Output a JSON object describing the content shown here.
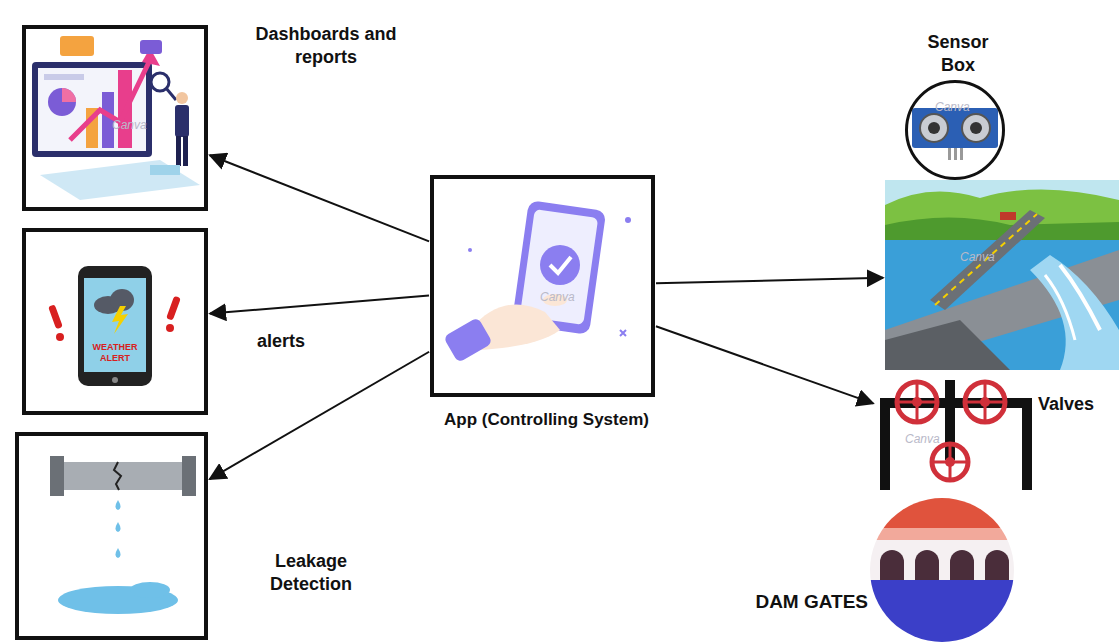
{
  "diagram": {
    "nodes": [
      {
        "text": [
          "Dashboards and reports"
        ]
      },
      {
        "text": [
          "alerts",
          "WEATHER ALERT"
        ]
      },
      {
        "text": [
          "Leakage Detection"
        ]
      },
      {
        "text": [
          "App (Controlling System)"
        ]
      },
      {
        "text": [
          "Sensor Box"
        ]
      },
      {
        "text": []
      },
      {
        "text": [
          "Valves"
        ]
      },
      {
        "text": [
          "DAM GATES"
        ]
      }
    ],
    "edges": [
      {
        "from": 3,
        "to": 0,
        "arrow": "to"
      },
      {
        "from": 3,
        "to": 1,
        "arrow": "to"
      },
      {
        "from": 3,
        "to": 2,
        "arrow": "to"
      },
      {
        "from": 3,
        "to": 5,
        "arrow": "to"
      },
      {
        "from": 3,
        "to": 6,
        "arrow": "to"
      }
    ],
    "labels": [
      "Canva",
      "Canva",
      "Canva",
      "Canva",
      "Canva"
    ]
  }
}
